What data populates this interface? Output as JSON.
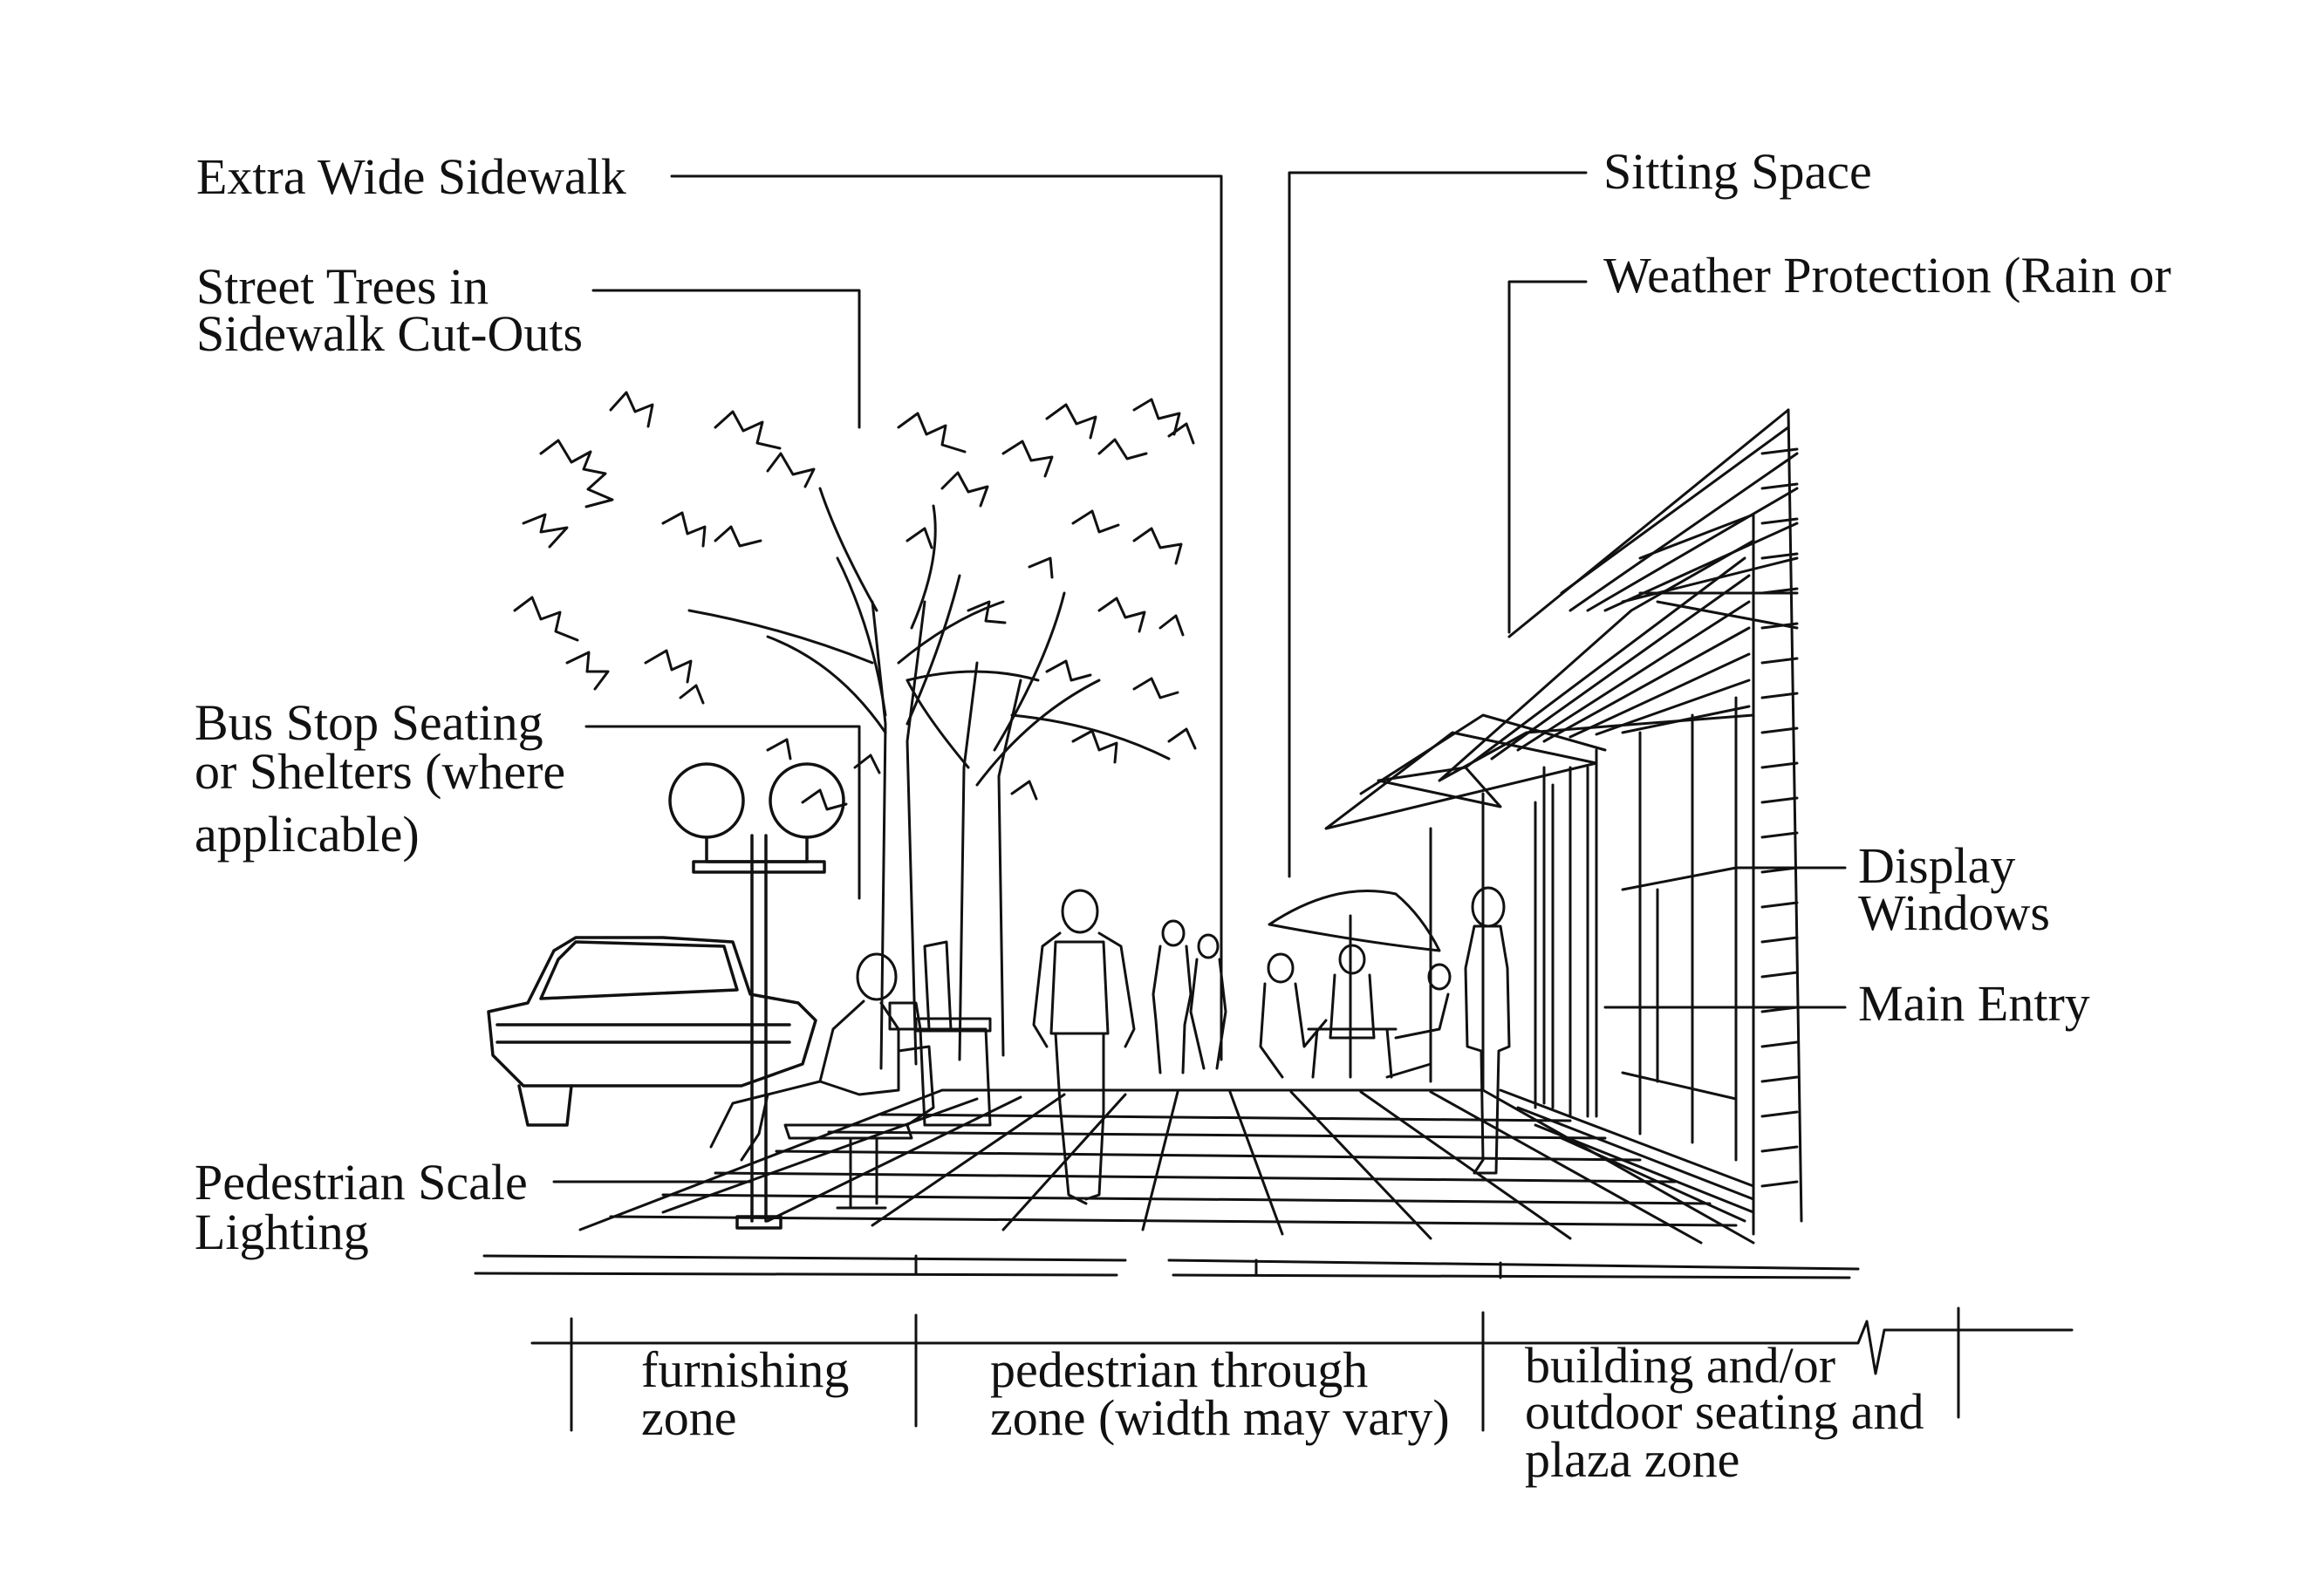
{
  "labels": {
    "extra_wide_sidewalk": "Extra Wide Sidewalk",
    "street_trees": [
      "Street Trees in",
      "Sidewalk Cut-Outs"
    ],
    "bus_stop": [
      "Bus Stop Seating",
      "or Shelters (where",
      "applicable)"
    ],
    "pedestrian_lighting": [
      "Pedestrian Scale",
      "Lighting"
    ],
    "sitting_space": "Sitting Space",
    "weather_protection": "Weather Protection (Rain or",
    "display_windows": [
      "Display",
      "Windows"
    ],
    "main_entry": "Main Entry"
  },
  "zones": {
    "furnishing": [
      "furnishing",
      "zone"
    ],
    "pedestrian": [
      "pedestrian through",
      "zone (width may vary)"
    ],
    "building": [
      "building and/or",
      "outdoor seating and",
      "plaza zone"
    ]
  },
  "colors": {
    "ink": "#111111",
    "background": "#ffffff"
  }
}
